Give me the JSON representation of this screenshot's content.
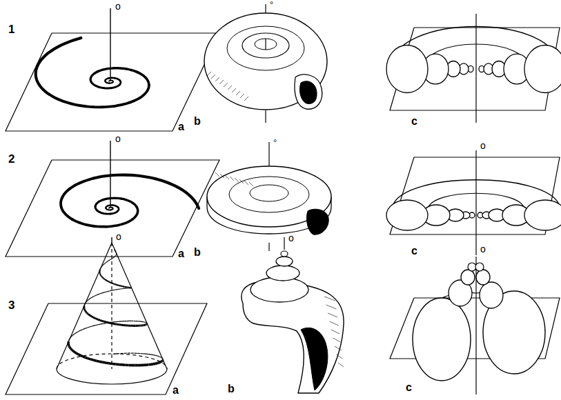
{
  "diagram": {
    "labels": [
      "1",
      "o",
      "°",
      "a",
      "b",
      "c",
      "2",
      "o",
      "°",
      "o",
      "a",
      "b",
      "c",
      "3",
      "o",
      "o",
      "o",
      "a",
      "b",
      "c"
    ]
  }
}
